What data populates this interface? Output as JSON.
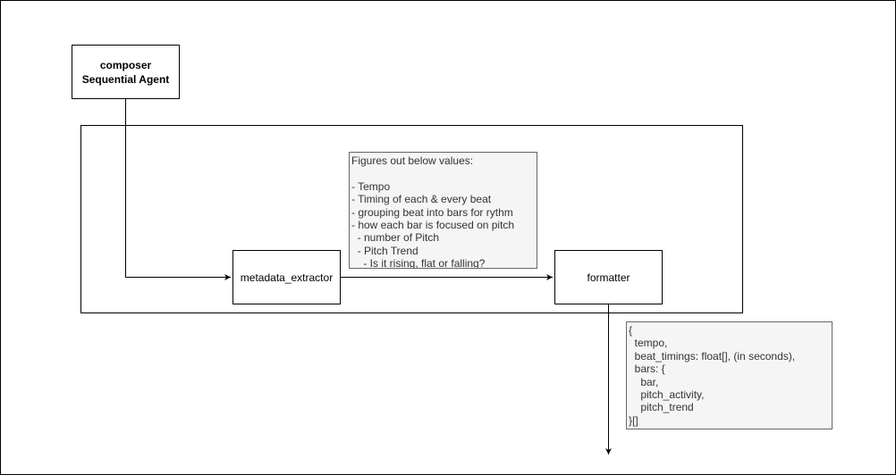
{
  "nodes": {
    "composer": {
      "line1": "composer",
      "line2": "Sequential Agent"
    },
    "metadata_extractor": {
      "label": "metadata_extractor"
    },
    "formatter": {
      "label": "formatter"
    }
  },
  "notes": {
    "values": {
      "text": "Figures out below values:\n\n- Tempo\n- Timing of each & every beat\n- grouping beat into bars for rythm\n- how each bar is focused on pitch\n  - number of Pitch\n  - Pitch Trend\n    - Is it rising, flat or falling?"
    },
    "schema": {
      "text": "{\n  tempo,\n  beat_timings: float[], (in seconds),\n  bars: {\n    bar,\n    pitch_activity,\n    pitch_trend\n}[]"
    }
  }
}
